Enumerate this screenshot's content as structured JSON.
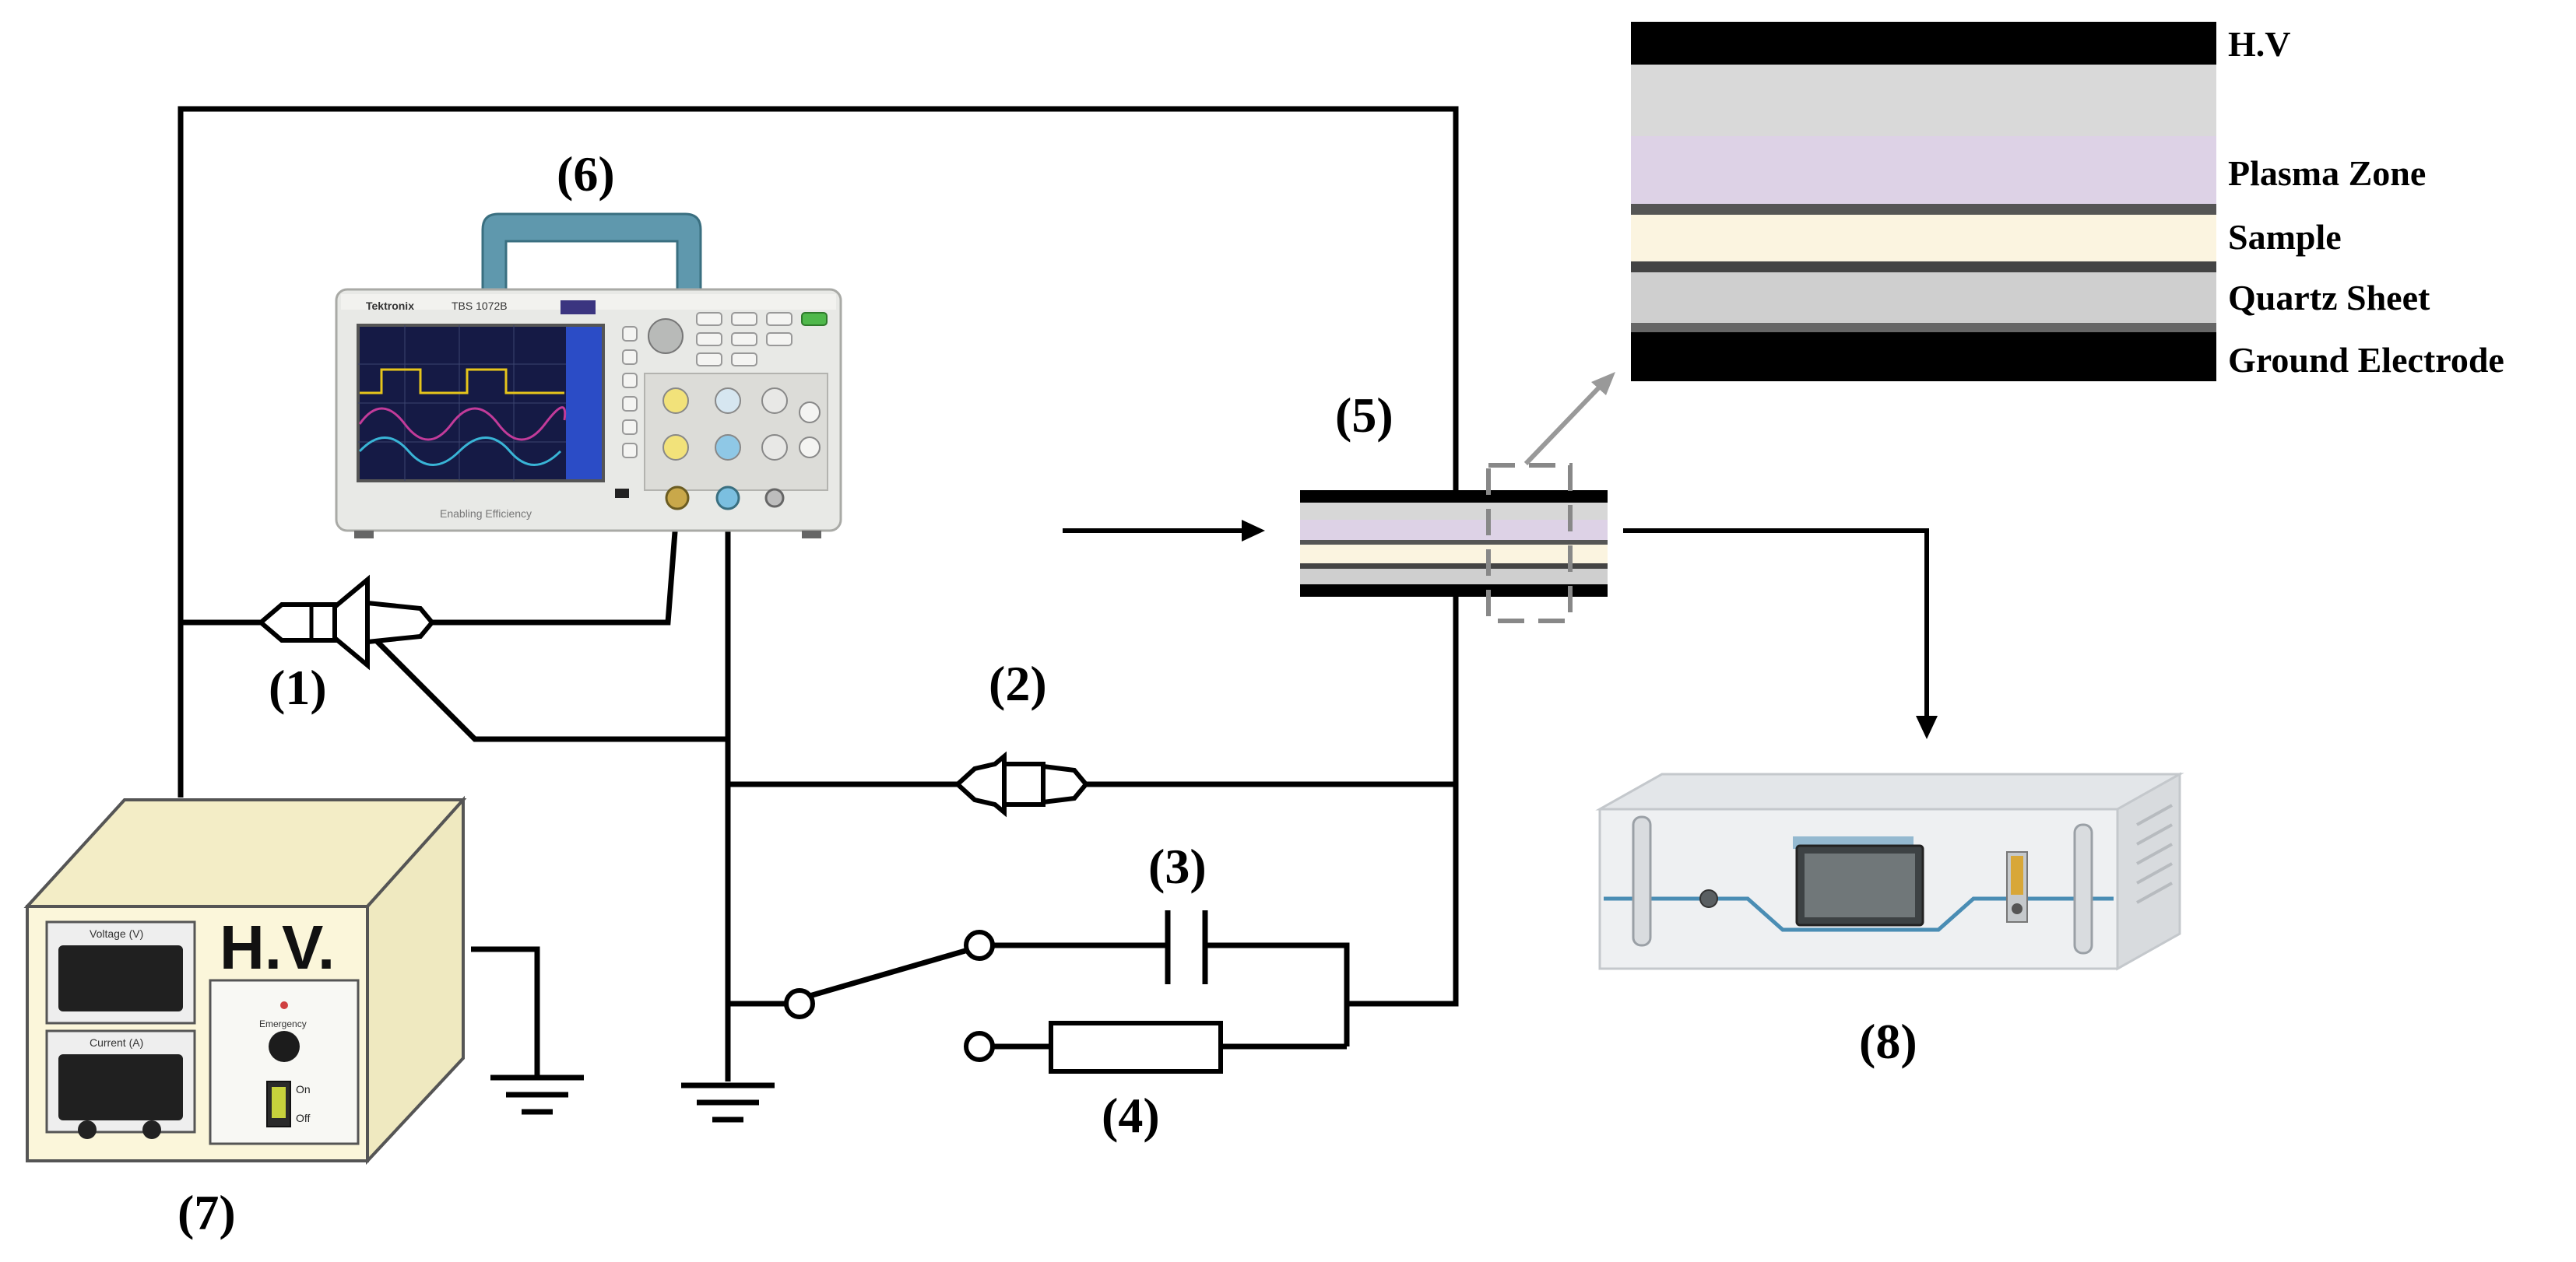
{
  "labels": {
    "probe1": "(1)",
    "probe2": "(2)",
    "capacitor": "(3)",
    "resistor": "(4)",
    "reactor": "(5)",
    "oscilloscope": "(6)",
    "power_supply": "(7)",
    "analyzer": "(8)"
  },
  "layers": [
    {
      "label": "H.V",
      "color": "#000000"
    },
    {
      "label": "Plasma Zone",
      "color": "#d9cde0"
    },
    {
      "label": "Sample",
      "color": "#fbf4e0"
    },
    {
      "label": "Quartz Sheet",
      "color": "#cfcfcf"
    },
    {
      "label": "Ground Electrode",
      "color": "#000000"
    }
  ],
  "power_supply": {
    "title": "H.V.",
    "voltage_label": "Voltage (V)",
    "current_label": "Current (A)",
    "emergency_label": "Emergency",
    "on_label": "On",
    "off_label": "Off"
  },
  "oscilloscope": {
    "brand": "Tektronix",
    "model": "TBS 1072B",
    "footer": "Enabling Efficiency"
  }
}
